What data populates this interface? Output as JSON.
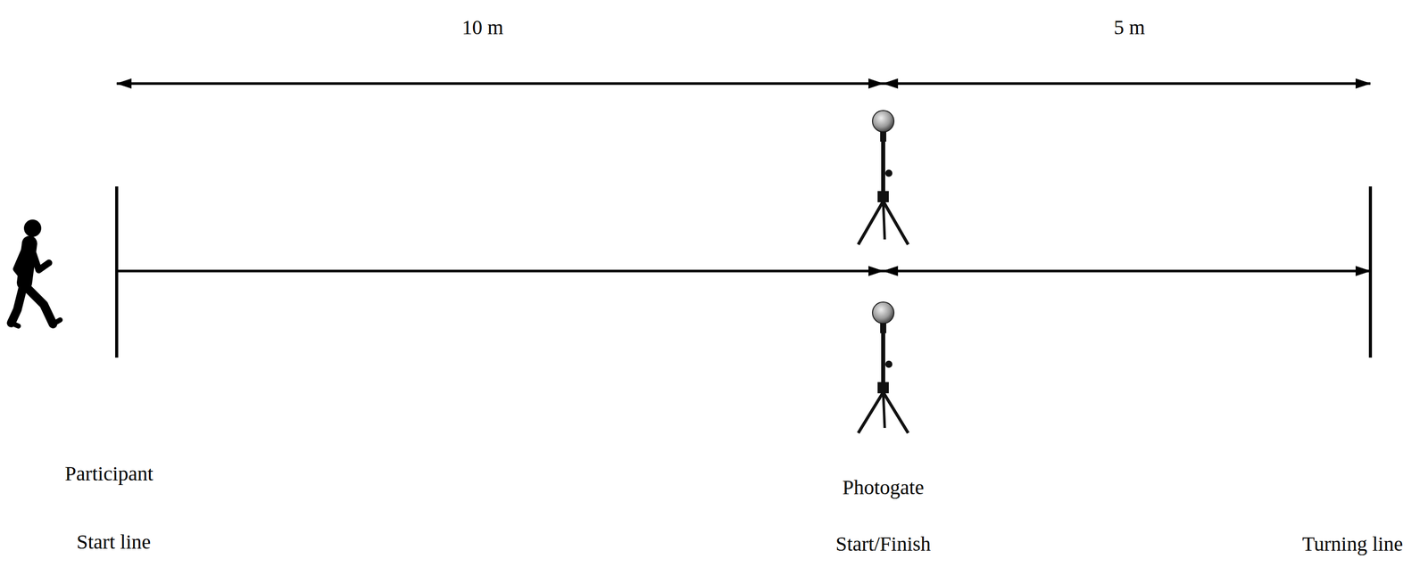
{
  "diagram": {
    "labels": [
      "10 m",
      "5 m",
      "Participant",
      "Start line",
      "Photogate",
      "Start/Finish",
      "Turning line"
    ]
  }
}
